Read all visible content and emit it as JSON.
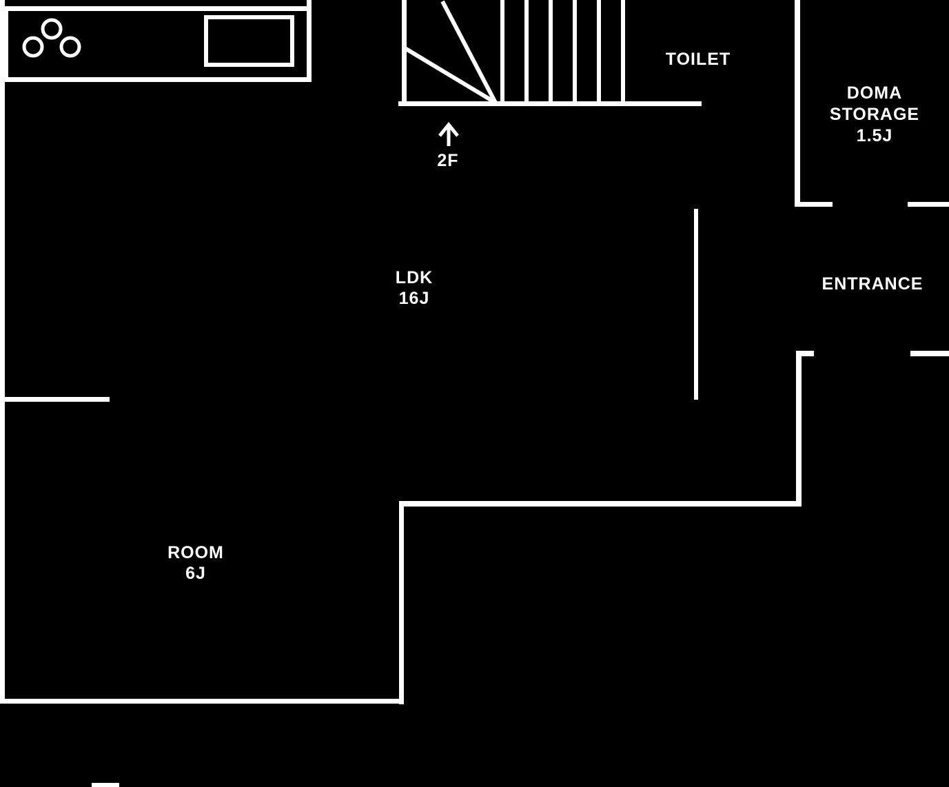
{
  "floorplan": {
    "colors": {
      "background": "#000000",
      "line": "#ffffff",
      "text": "#ffffff"
    },
    "labels": {
      "toilet": "TOILET",
      "doma_line1": "DOMA",
      "doma_line2": "STORAGE",
      "doma_line3": "1.5J",
      "entrance": "ENTRANCE",
      "ldk_line1": "LDK",
      "ldk_line2": "16J",
      "room_line1": "ROOM",
      "room_line2": "6J",
      "stairs_direction": "2F"
    },
    "icons": {
      "stove_burners": "three-circle burner rings",
      "kitchen_sink": "rectangle outline",
      "stairs": "treads with winder fan lines",
      "up_arrow": "↑"
    }
  }
}
